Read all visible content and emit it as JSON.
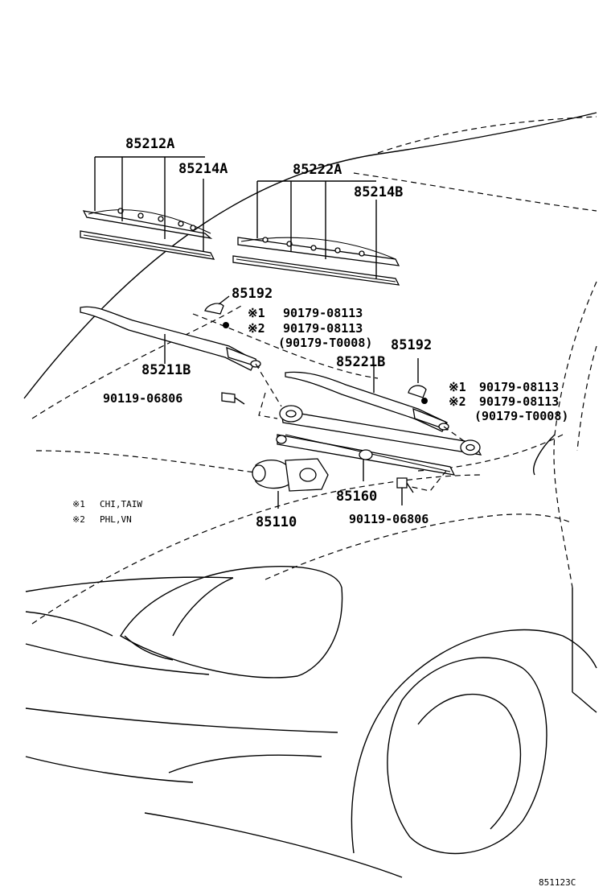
{
  "labels": {
    "p85212A": "85212A",
    "p85214A": "85214A",
    "p85222A": "85222A",
    "p85214B": "85214B",
    "p85192_left": "85192",
    "p85192_right": "85192",
    "note1_left_mark": "※1",
    "note1_left_code": "90179-08113",
    "note2_left_mark": "※2",
    "note2_left_code": "90179-08113",
    "note2_left_alt": "(90179-T0008)",
    "p85211B": "85211B",
    "p85221B": "85221B",
    "p90119_left": "90119-06806",
    "note1_right_mark": "※1",
    "note1_right_code": "90179-08113",
    "note2_right_mark": "※2",
    "note2_right_code": "90179-08113",
    "note2_right_alt": "(90179-T0008)",
    "p85160": "85160",
    "p85110": "85110",
    "p90119_right": "90119-06806",
    "diagram_id": "851123C"
  },
  "legend": [
    {
      "mark": "※1",
      "text": "CHI,TAIW"
    },
    {
      "mark": "※2",
      "text": "PHL,VN"
    }
  ]
}
